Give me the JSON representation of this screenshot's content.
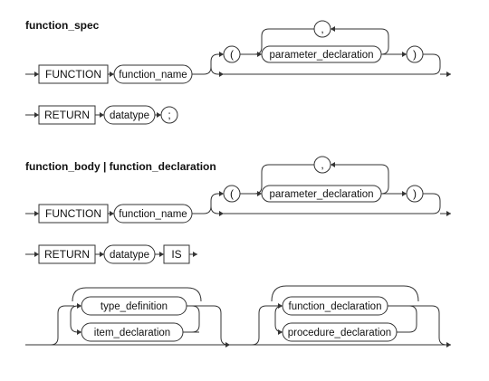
{
  "titles": {
    "spec": "function_spec",
    "body": "function_body | function_declaration"
  },
  "keywords": {
    "function": "FUNCTION",
    "return": "RETURN",
    "is": "IS"
  },
  "nonterminals": {
    "function_name": "function_name",
    "parameter_declaration": "parameter_declaration",
    "datatype": "datatype",
    "type_definition": "type_definition",
    "item_declaration": "item_declaration",
    "function_declaration": "function_declaration",
    "procedure_declaration": "procedure_declaration"
  },
  "punctuation": {
    "open_paren": "(",
    "close_paren": ")",
    "comma": ",",
    "semicolon": ";"
  }
}
